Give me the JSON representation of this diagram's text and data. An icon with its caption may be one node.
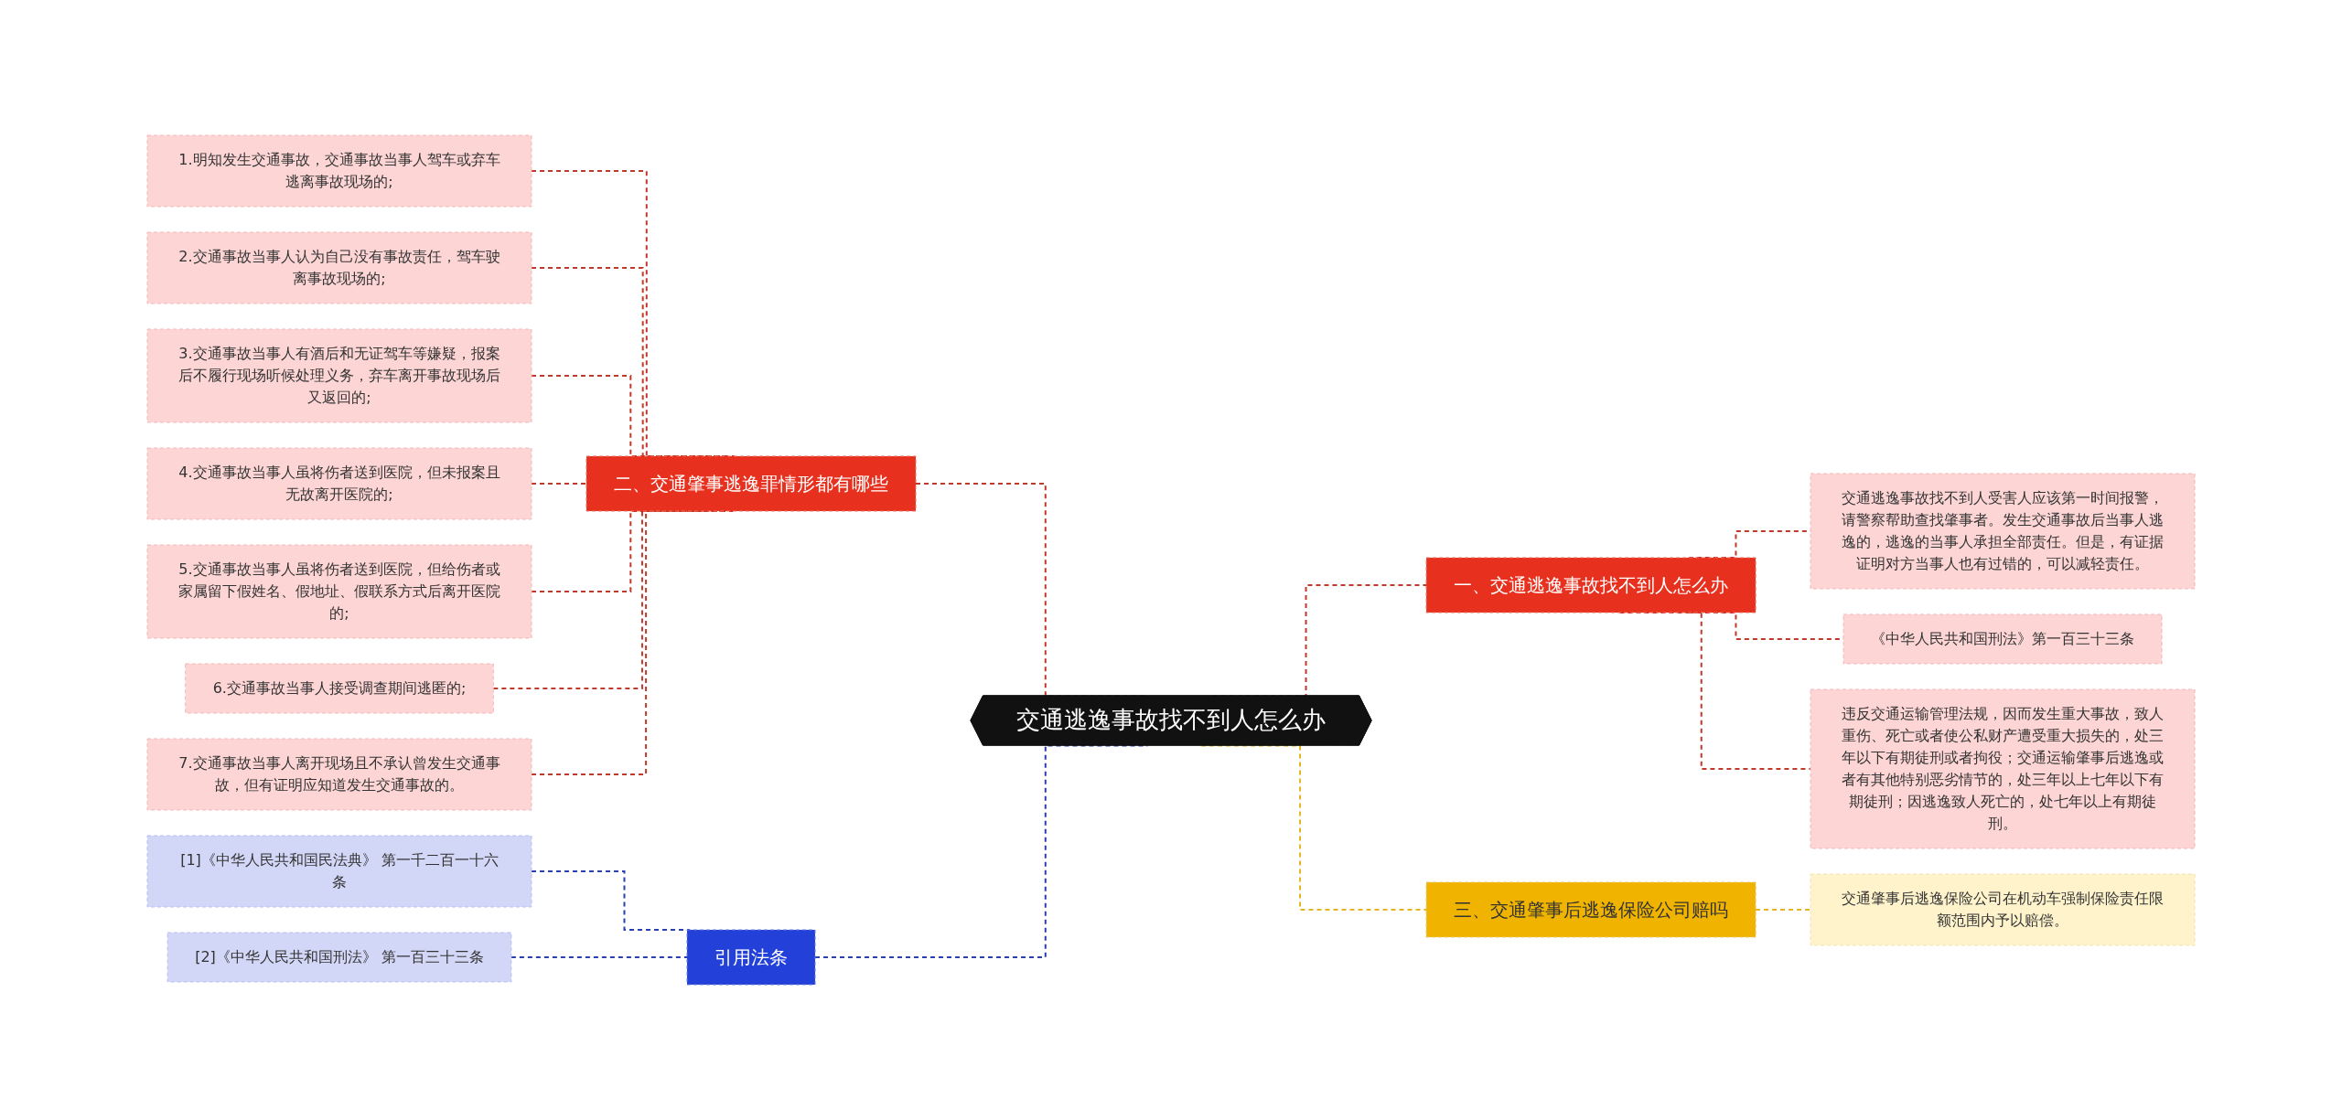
{
  "diagram": {
    "nodes": [
      {
        "text": [
          "交通逃逸事故找不到人怎么办"
        ]
      },
      {
        "text": [
          "一、交通逃逸事故找不到人怎么办"
        ]
      },
      {
        "text": [
          "交通逃逸事故找不到人受害人应该第一时间报警，请警察帮助查找肇事者。发生交通事故后当事人逃逸的，逃逸的当事人承担全部责任。但是，有证据证明对方当事人也有过错的，可以减轻责任。"
        ]
      },
      {
        "text": [
          "《中华人民共和国刑法》第一百三十三条"
        ]
      },
      {
        "text": [
          "违反交通运输管理法规，因而发生重大事故，致人重伤、死亡或者使公私财产遭受重大损失的，处三年以下有期徒刑或者拘役；交通运输肇事后逃逸或者有其他特别恶劣情节的，处三年以上七年以下有期徒刑；因逃逸致人死亡的，处七年以上有期徒刑。"
        ]
      },
      {
        "text": [
          "三、交通肇事后逃逸保险公司赔吗"
        ]
      },
      {
        "text": [
          "交通肇事后逃逸保险公司在机动车强制保险责任限额范围内予以赔偿。"
        ]
      },
      {
        "text": [
          "二、交通肇事逃逸罪情形都有哪些"
        ]
      },
      {
        "text": [
          "1.明知发生交通事故，交通事故当事人驾车或弃车逃离事故现场的;"
        ]
      },
      {
        "text": [
          "2.交通事故当事人认为自己没有事故责任，驾车驶离事故现场的;"
        ]
      },
      {
        "text": [
          "3.交通事故当事人有酒后和无证驾车等嫌疑，报案后不履行现场听候处理义务，弃车离开事故现场后又返回的;"
        ]
      },
      {
        "text": [
          "4.交通事故当事人虽将伤者送到医院，但未报案且无故离开医院的;"
        ]
      },
      {
        "text": [
          "5.交通事故当事人虽将伤者送到医院，但给伤者或家属留下假姓名、假地址、假联系方式后离开医院的;"
        ]
      },
      {
        "text": [
          "6.交通事故当事人接受调查期间逃匿的;"
        ]
      },
      {
        "text": [
          "7.交通事故当事人离开现场且不承认曾发生交通事故，但有证明应知道发生交通事故的。"
        ]
      },
      {
        "text": [
          "引用法条"
        ]
      },
      {
        "text": [
          "[1]《中华人民共和国民法典》 第一千二百一十六条"
        ]
      },
      {
        "text": [
          "[2]《中华人民共和国刑法》 第一百三十三条"
        ]
      }
    ],
    "edges": [
      {
        "from": 8,
        "to": 7,
        "arrow": "none",
        "style": "dashed"
      },
      {
        "from": 9,
        "to": 7,
        "arrow": "none",
        "style": "dashed"
      },
      {
        "from": 10,
        "to": 7,
        "arrow": "none",
        "style": "dashed"
      },
      {
        "from": 11,
        "to": 7,
        "arrow": "none",
        "style": "dashed"
      },
      {
        "from": 12,
        "to": 7,
        "arrow": "none",
        "style": "dashed"
      },
      {
        "from": 13,
        "to": 7,
        "arrow": "none",
        "style": "dashed"
      },
      {
        "from": 14,
        "to": 7,
        "arrow": "none",
        "style": "dashed"
      },
      {
        "from": 7,
        "to": 0,
        "arrow": "none",
        "style": "dashed"
      },
      {
        "from": 16,
        "to": 15,
        "arrow": "none",
        "style": "dashed",
        "color": "#2a3fb0"
      },
      {
        "from": 17,
        "to": 15,
        "arrow": "none",
        "style": "dashed",
        "color": "#2a3fb0"
      },
      {
        "from": 15,
        "to": 0,
        "arrow": "none",
        "style": "dashed",
        "color": "#2a3fb0"
      },
      {
        "from": 0,
        "to": 1,
        "arrow": "none",
        "style": "dashed"
      },
      {
        "from": 1,
        "to": 2,
        "arrow": "none",
        "style": "dashed"
      },
      {
        "from": 1,
        "to": 3,
        "arrow": "none",
        "style": "dashed"
      },
      {
        "from": 1,
        "to": 4,
        "arrow": "none",
        "style": "dashed"
      },
      {
        "from": 0,
        "to": 5,
        "arrow": "none",
        "style": "dashed",
        "color": "#e6b422"
      },
      {
        "from": 5,
        "to": 6,
        "arrow": "none",
        "style": "dashed",
        "color": "#e6b422"
      }
    ]
  }
}
